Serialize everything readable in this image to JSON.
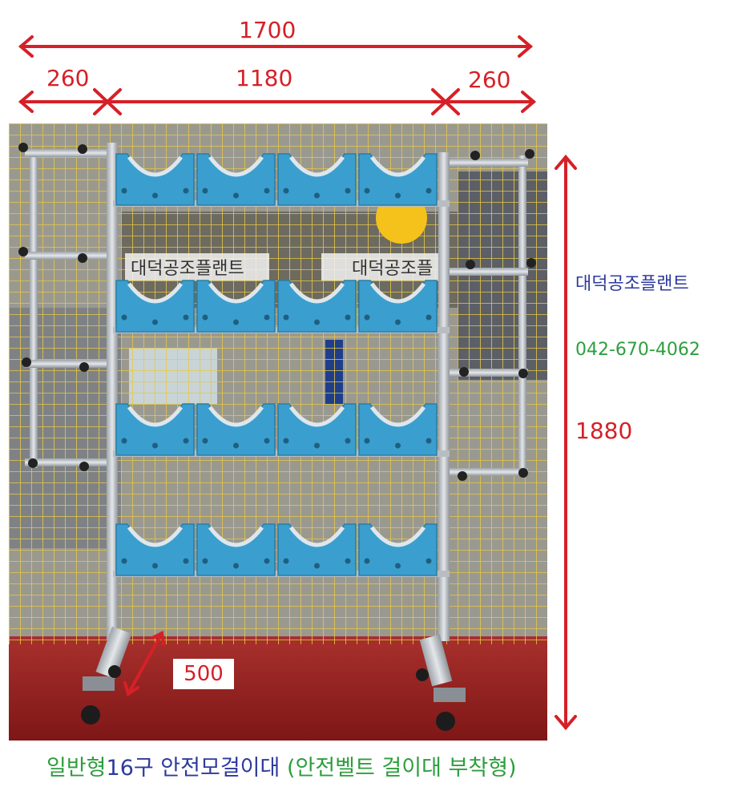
{
  "dimensions": {
    "total_width": "1700",
    "left_wing": "260",
    "center": "1180",
    "right_wing": "260",
    "height": "1880",
    "depth": "500"
  },
  "sidebar": {
    "company": "대덕공조플랜트",
    "phone": "042-670-4062"
  },
  "photo_signs": {
    "sign_left": "대덕공조플랜트",
    "sign_right": "대덕공조플"
  },
  "caption": {
    "part1": "일반형",
    "part2": "16구 안전모걸이대",
    "part3": "(안전벨트 걸이대 부착형)"
  },
  "colors": {
    "dimension_red": "#d62027",
    "company_blue": "#2d3a9c",
    "phone_green": "#2e9e3e",
    "caption_green": "#2e9e3e",
    "caption_blue": "#2d3a9c",
    "helmet_rack_blue": "#3a9fcf",
    "mesh_yellow": "#e8c845",
    "floor_red": "#9a1f1f"
  }
}
